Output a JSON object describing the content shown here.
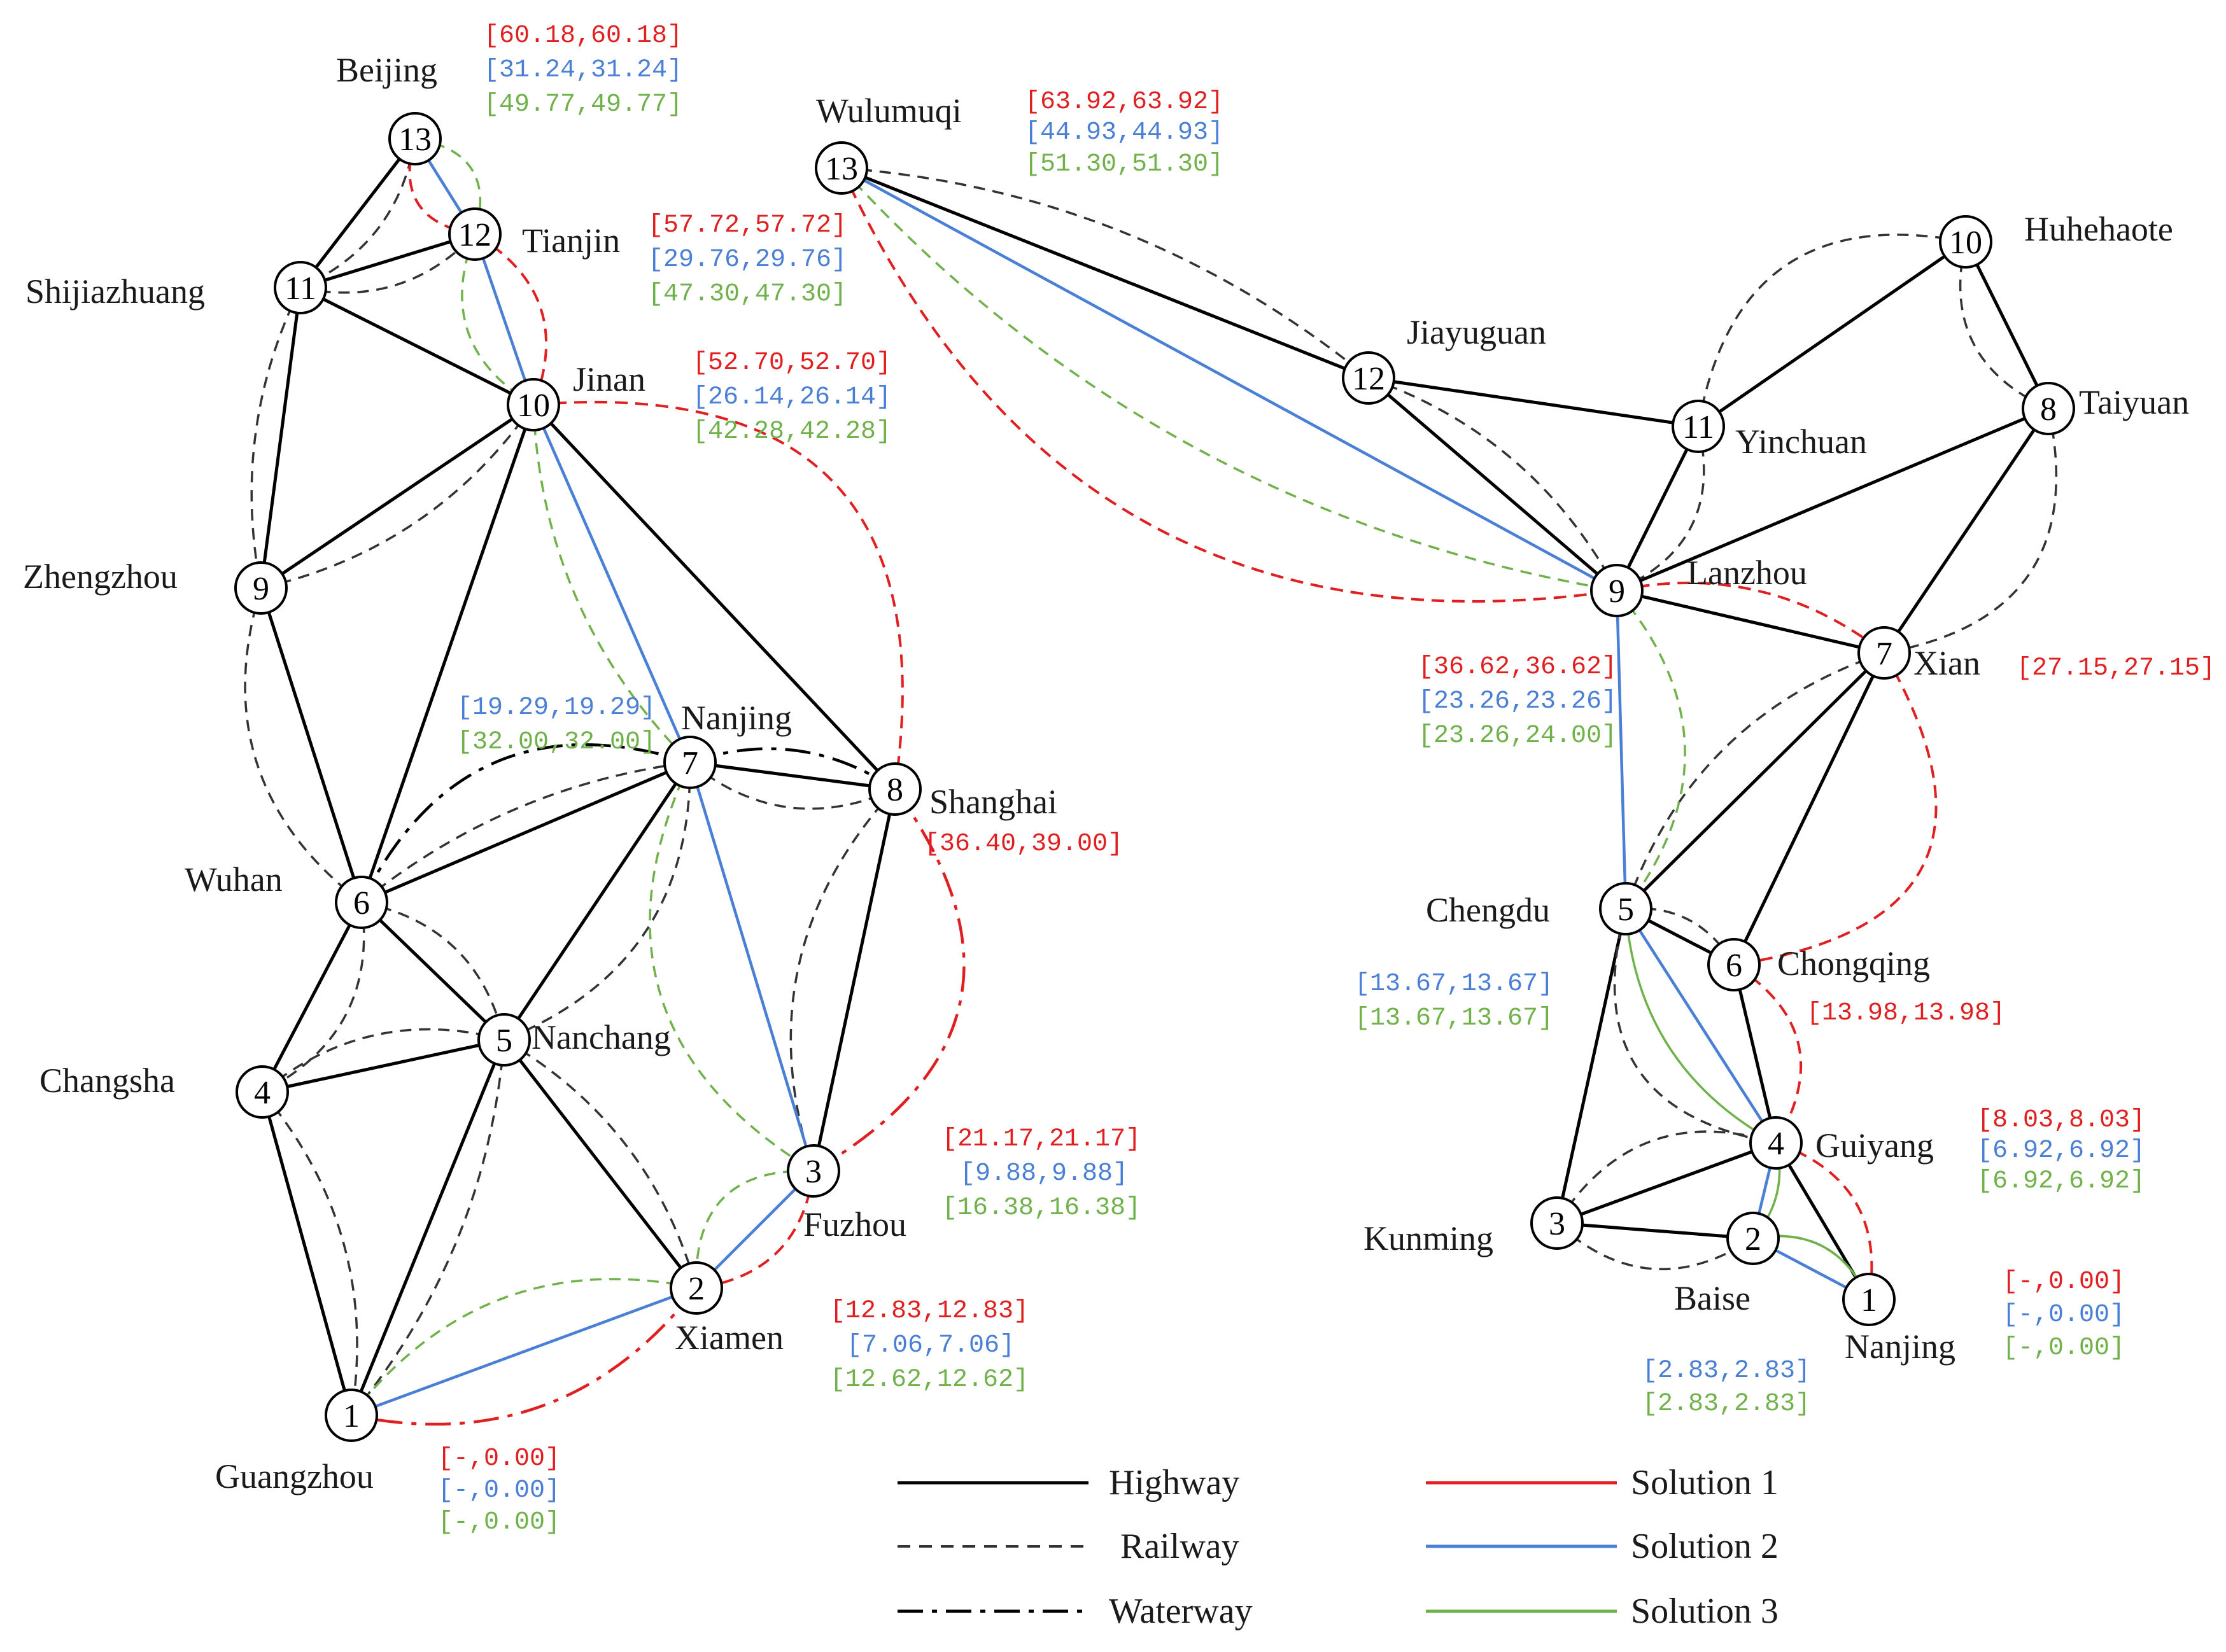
{
  "colors": {
    "highway": "#000000",
    "railway": "#333333",
    "waterway": "#000000",
    "solution1": "#e02020",
    "solution2": "#4a7fd6",
    "solution3": "#6fb24a"
  },
  "legend": {
    "highway": "Highway",
    "railway": "Railway",
    "waterway": "Waterway",
    "solution1": "Solution 1",
    "solution2": "Solution 2",
    "solution3": "Solution 3"
  },
  "left": {
    "nodes": [
      {
        "id": "1",
        "label": "1",
        "city": "Guangzhou"
      },
      {
        "id": "2",
        "label": "2",
        "city": "Xiamen"
      },
      {
        "id": "3",
        "label": "3",
        "city": "Fuzhou"
      },
      {
        "id": "4",
        "label": "4",
        "city": "Changsha"
      },
      {
        "id": "5",
        "label": "5",
        "city": "Nanchang"
      },
      {
        "id": "6",
        "label": "6",
        "city": "Wuhan"
      },
      {
        "id": "7",
        "label": "7",
        "city": "Nanjing"
      },
      {
        "id": "8",
        "label": "8",
        "city": "Shanghai"
      },
      {
        "id": "9",
        "label": "9",
        "city": "Zhengzhou"
      },
      {
        "id": "10",
        "label": "10",
        "city": "Jinan"
      },
      {
        "id": "11",
        "label": "11",
        "city": "Shijiazhuang"
      },
      {
        "id": "12",
        "label": "12",
        "city": "Tianjin"
      },
      {
        "id": "13",
        "label": "13",
        "city": "Beijing"
      }
    ],
    "annotations": [
      {
        "node": "13",
        "s1": "[60.18,60.18]",
        "s2": "[31.24,31.24]",
        "s3": "[49.77,49.77]"
      },
      {
        "node": "12",
        "s1": "[57.72,57.72]",
        "s2": "[29.76,29.76]",
        "s3": "[47.30,47.30]"
      },
      {
        "node": "10",
        "s1": "[52.70,52.70]",
        "s2": "[26.14,26.14]",
        "s3": "[42.28,42.28]"
      },
      {
        "node": "7",
        "s1": "",
        "s2": "[19.29,19.29]",
        "s3": "[32.00,32.00]"
      },
      {
        "node": "8",
        "s1": "[36.40,39.00]",
        "s2": "",
        "s3": ""
      },
      {
        "node": "3",
        "s1": "[21.17,21.17]",
        "s2": "[9.88,9.88]",
        "s3": "[16.38,16.38]"
      },
      {
        "node": "2",
        "s1": "[12.83,12.83]",
        "s2": "[7.06,7.06]",
        "s3": "[12.62,12.62]"
      },
      {
        "node": "1",
        "s1": "[-,0.00]",
        "s2": "[-,0.00]",
        "s3": "[-,0.00]"
      }
    ]
  },
  "right": {
    "nodes": [
      {
        "id": "1",
        "label": "1",
        "city": "Nanjing"
      },
      {
        "id": "2",
        "label": "2",
        "city": "Baise"
      },
      {
        "id": "3",
        "label": "3",
        "city": "Kunming"
      },
      {
        "id": "4",
        "label": "4",
        "city": "Guiyang"
      },
      {
        "id": "5",
        "label": "5",
        "city": "Chengdu"
      },
      {
        "id": "6",
        "label": "6",
        "city": "Chongqing"
      },
      {
        "id": "7",
        "label": "7",
        "city": "Xian"
      },
      {
        "id": "8",
        "label": "8",
        "city": "Taiyuan"
      },
      {
        "id": "9",
        "label": "9",
        "city": "Lanzhou"
      },
      {
        "id": "10",
        "label": "10",
        "city": "Huhehaote"
      },
      {
        "id": "11",
        "label": "11",
        "city": "Yinchuan"
      },
      {
        "id": "12",
        "label": "12",
        "city": "Jiayuguan"
      },
      {
        "id": "13",
        "label": "13",
        "city": "Wulumuqi"
      }
    ],
    "annotations": [
      {
        "node": "13",
        "s1": "[63.92,63.92]",
        "s2": "[44.93,44.93]",
        "s3": "[51.30,51.30]"
      },
      {
        "node": "9",
        "s1": "[36.62,36.62]",
        "s2": "[23.26,23.26]",
        "s3": "[23.26,24.00]"
      },
      {
        "node": "7",
        "s1": "[27.15,27.15]",
        "s2": "",
        "s3": ""
      },
      {
        "node": "5",
        "s1": "",
        "s2": "[13.67,13.67]",
        "s3": "[13.67,13.67]"
      },
      {
        "node": "6",
        "s1": "[13.98,13.98]",
        "s2": "",
        "s3": ""
      },
      {
        "node": "4",
        "s1": "[8.03,8.03]",
        "s2": "[6.92,6.92]",
        "s3": "[6.92,6.92]"
      },
      {
        "node": "2",
        "s1": "",
        "s2": "[2.83,2.83]",
        "s3": "[2.83,2.83]"
      },
      {
        "node": "1",
        "s1": "[-,0.00]",
        "s2": "[-,0.00]",
        "s3": "[-,0.00]"
      }
    ]
  }
}
